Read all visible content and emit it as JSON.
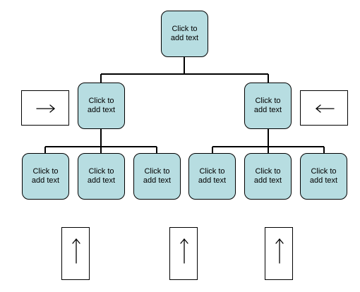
{
  "diagram": {
    "root": {
      "text": "Click to add text"
    },
    "level1": [
      {
        "text": "Click to add text"
      },
      {
        "text": "Click to add text"
      }
    ],
    "level2": [
      {
        "text": "Click to add text"
      },
      {
        "text": "Click to add text"
      },
      {
        "text": "Click to add text"
      },
      {
        "text": "Click to add text"
      },
      {
        "text": "Click to add text"
      },
      {
        "text": "Click to add text"
      }
    ],
    "arrows": [
      "right",
      "left",
      "up",
      "up",
      "up"
    ],
    "colors": {
      "node_fill": "#b7dde1",
      "node_border": "#000000",
      "line": "#000000"
    }
  }
}
